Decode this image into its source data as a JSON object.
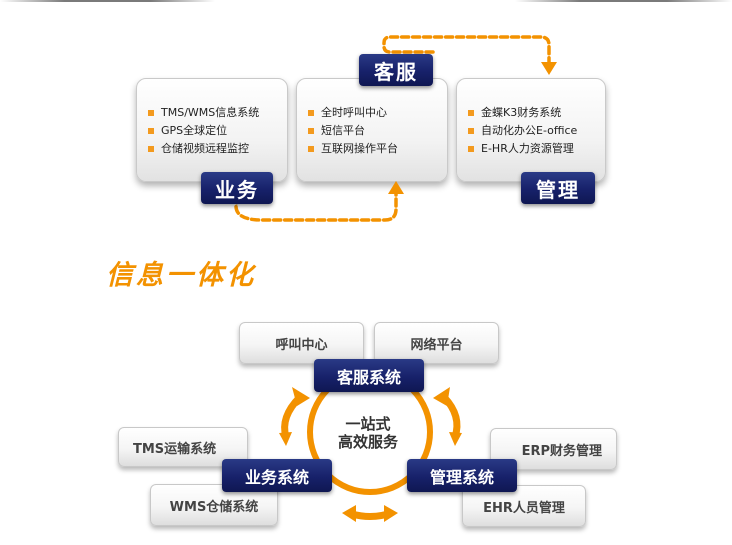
{
  "top_diagram": {
    "cards": [
      {
        "id": "business",
        "items": [
          "TMS/WMS信息系统",
          "GPS全球定位",
          "仓储视频远程监控"
        ]
      },
      {
        "id": "service",
        "items": [
          "全时呼叫中心",
          "短信平台",
          "互联网操作平台"
        ]
      },
      {
        "id": "management",
        "items": [
          "金蝶K3财务系统",
          "自动化办公E-office",
          "E-HR人力资源管理"
        ]
      }
    ],
    "tags": {
      "business": "业务",
      "service": "客服",
      "management": "管理"
    }
  },
  "heading": "信息一体化",
  "bottom_diagram": {
    "center_line1": "一站式",
    "center_line2": "高效服务",
    "systems": {
      "service": "客服系统",
      "business": "业务系统",
      "management": "管理系统"
    },
    "pills": {
      "call_center": "呼叫中心",
      "network": "网络平台",
      "tms": "TMS运输系统",
      "wms": "WMS仓储系统",
      "erp": "ERP财务管理",
      "ehr": "EHR人员管理"
    }
  },
  "colors": {
    "accent": "#f39200",
    "navy": "#17216a"
  }
}
